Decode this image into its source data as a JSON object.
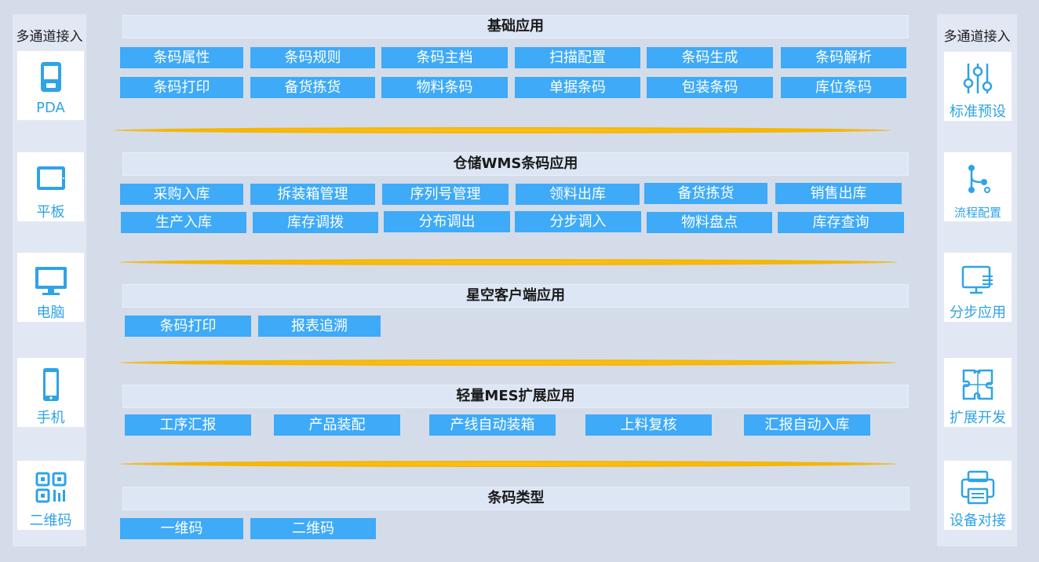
{
  "left_panel": {
    "title": "多通道接入",
    "items": [
      {
        "label": "PDA",
        "icon": "pda-icon"
      },
      {
        "label": "平板",
        "icon": "tablet-icon"
      },
      {
        "label": "电脑",
        "icon": "monitor-icon"
      },
      {
        "label": "手机",
        "icon": "phone-icon"
      },
      {
        "label": "二维码",
        "icon": "qr-code-icon"
      }
    ]
  },
  "right_panel": {
    "title": "多通道接入",
    "items": [
      {
        "label": "标准预设",
        "icon": "sliders-icon"
      },
      {
        "label": "流程配置",
        "icon": "flow-icon"
      },
      {
        "label": "分步应用",
        "icon": "desktop-list-icon"
      },
      {
        "label": "扩展开发",
        "icon": "puzzle-icon"
      },
      {
        "label": "设备对接",
        "icon": "printer-icon"
      }
    ]
  },
  "sections": [
    {
      "title": "基础应用",
      "rows": [
        [
          "条码属性",
          "条码规则",
          "条码主档",
          "扫描配置",
          "条码生成",
          "条码解析"
        ],
        [
          "条码打印",
          "备货拣货",
          "物料条码",
          "单据条码",
          "包装条码",
          "库位条码"
        ]
      ]
    },
    {
      "title": "仓储WMS条码应用",
      "rows": [
        [
          "采购入库",
          "拆装箱管理",
          "序列号管理",
          "领料出库",
          "备货拣货",
          "销售出库"
        ],
        [
          "生产入库",
          "库存调拨",
          "分布调出",
          "分步调入",
          "物料盘点",
          "库存查询"
        ]
      ]
    },
    {
      "title": "星空客户端应用",
      "rows": [
        [
          "条码打印",
          "报表追溯"
        ]
      ]
    },
    {
      "title": "轻量MES扩展应用",
      "rows": [
        [
          "工序汇报",
          "产品装配",
          "产线自动装箱",
          "上料复核",
          "汇报自动入库"
        ]
      ]
    },
    {
      "title": "条码类型",
      "rows": [
        [
          "一维码",
          "二维码"
        ]
      ]
    }
  ],
  "colors": {
    "background": "#d5dce9",
    "cell": "#3eaaf8",
    "header": "#dde6f4",
    "icon": "#2fa3e6",
    "divider": "#f5b400"
  }
}
